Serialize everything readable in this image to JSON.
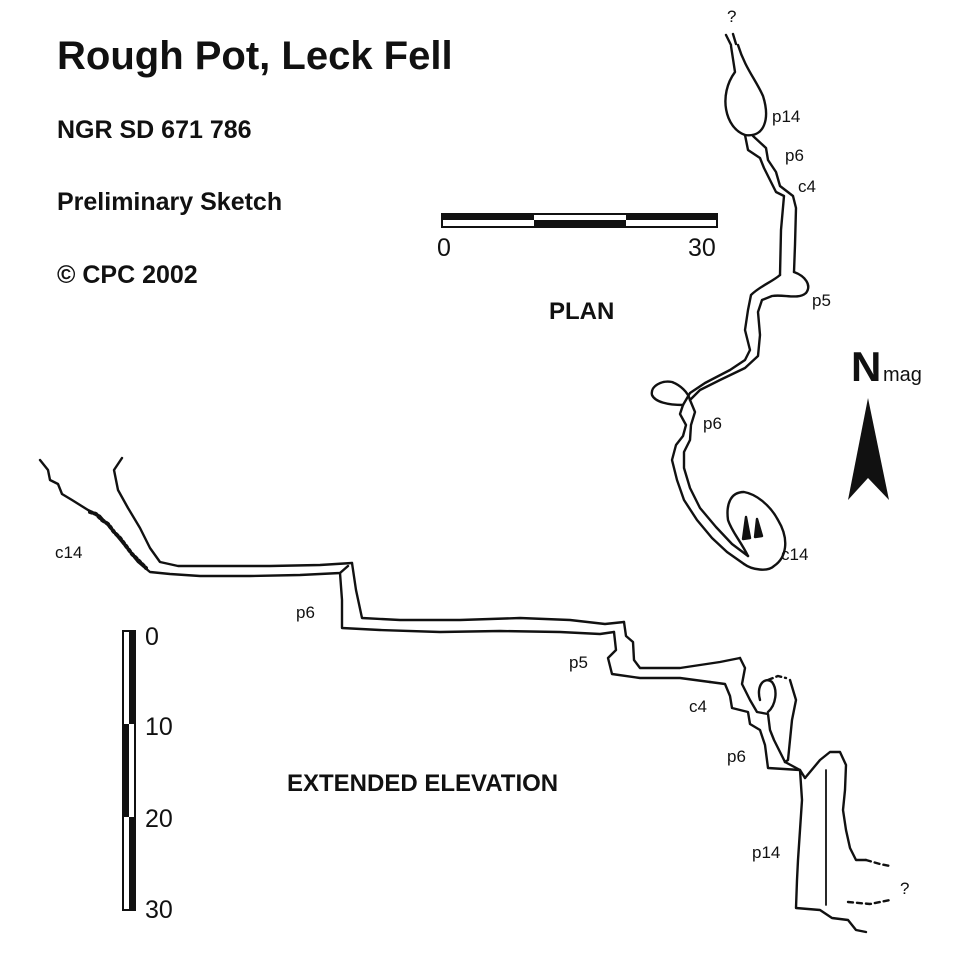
{
  "header": {
    "title": "Rough Pot, Leck Fell",
    "ngr": "NGR SD 671 786",
    "subtitle": "Preliminary Sketch",
    "copyright": "© CPC 2002"
  },
  "plan": {
    "heading": "PLAN",
    "scale": {
      "start": "0",
      "end": "30"
    },
    "north": {
      "letter": "N",
      "suffix": "mag"
    },
    "labels": {
      "question": "?",
      "p14": "p14",
      "p6_top": "p6",
      "c4": "c4",
      "p5": "p5",
      "p6_mid": "p6",
      "c14": "c14"
    }
  },
  "elevation": {
    "heading": "EXTENDED ELEVATION",
    "scale": {
      "t0": "0",
      "t10": "10",
      "t20": "20",
      "t30": "30"
    },
    "labels": {
      "c14": "c14",
      "p6_a": "p6",
      "p5": "p5",
      "c4": "c4",
      "p6_b": "p6",
      "p14": "p14",
      "question": "?"
    }
  },
  "colors": {
    "ink": "#111111",
    "paper": "#ffffff"
  }
}
